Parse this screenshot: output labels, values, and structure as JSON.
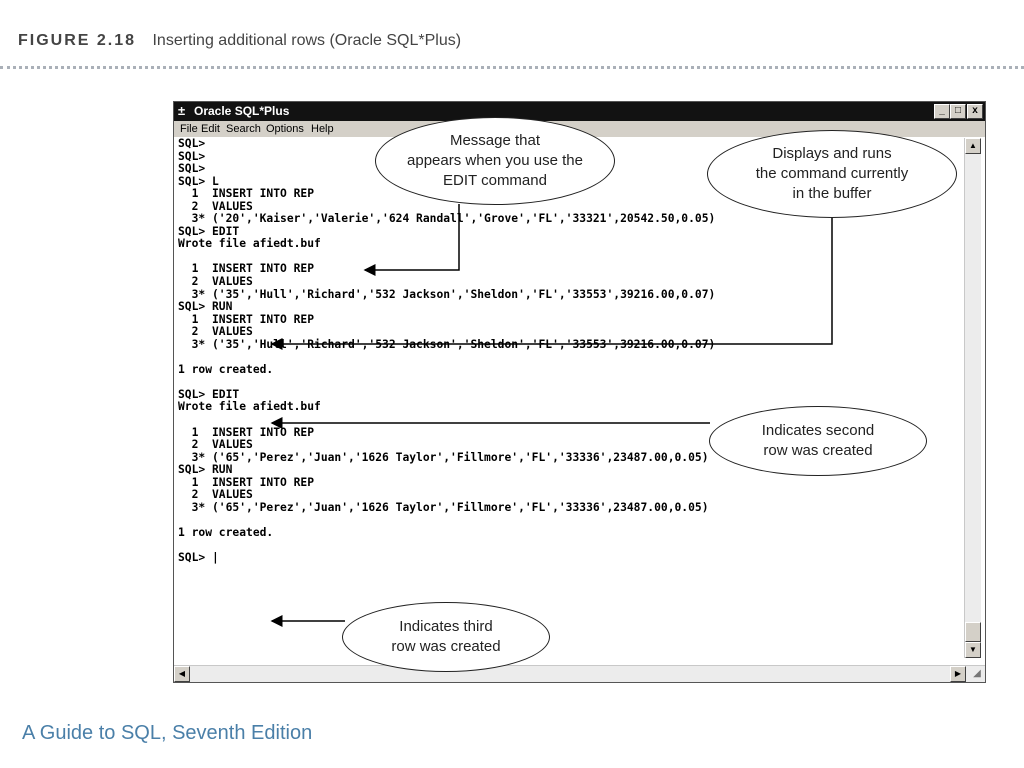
{
  "figure": {
    "number": "FIGURE 2.18",
    "caption": "Inserting additional rows (Oracle SQL*Plus)"
  },
  "window": {
    "title": "Oracle SQL*Plus",
    "icon": "oracle-app-icon",
    "controls": {
      "minimize": "_",
      "maximize": "□",
      "close": "x"
    },
    "menu": [
      "File",
      "Edit",
      "Search",
      "Options",
      "Help"
    ]
  },
  "console_lines": [
    "SQL>",
    "SQL>",
    "SQL>",
    "SQL> L",
    "  1  INSERT INTO REP",
    "  2  VALUES",
    "  3* ('20','Kaiser','Valerie','624 Randall','Grove','FL','33321',20542.50,0.05)",
    "SQL> EDIT",
    "Wrote file afiedt.buf",
    "",
    "  1  INSERT INTO REP",
    "  2  VALUES",
    "  3* ('35','Hull','Richard','532 Jackson','Sheldon','FL','33553',39216.00,0.07)",
    "SQL> RUN",
    "  1  INSERT INTO REP",
    "  2  VALUES",
    "  3* ('35','Hull','Richard','532 Jackson','Sheldon','FL','33553',39216.00,0.07)",
    "",
    "1 row created.",
    "",
    "SQL> EDIT",
    "Wrote file afiedt.buf",
    "",
    "  1  INSERT INTO REP",
    "  2  VALUES",
    "  3* ('65','Perez','Juan','1626 Taylor','Fillmore','FL','33336',23487.00,0.05)",
    "SQL> RUN",
    "  1  INSERT INTO REP",
    "  2  VALUES",
    "  3* ('65','Perez','Juan','1626 Taylor','Fillmore','FL','33336',23487.00,0.05)",
    "",
    "1 row created.",
    "",
    "SQL> |"
  ],
  "callouts": {
    "edit_message": "Message that\nappears when you use the\nEDIT command",
    "run_command": "Displays and runs\nthe command currently\nin the buffer",
    "second_row": "Indicates second\nrow was created",
    "third_row": "Indicates third\nrow was created"
  },
  "book_title": "A Guide to SQL, Seventh Edition"
}
